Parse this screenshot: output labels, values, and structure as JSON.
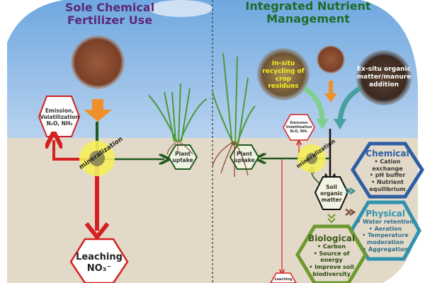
{
  "left": {
    "title": "Sole Chemical Fertilizer Use",
    "emission": [
      "Emission,",
      "Volatilization",
      "N₂O, NH₃"
    ],
    "mineralization": "mineralization",
    "plant_uptake": [
      "Plant",
      "uptake"
    ],
    "leaching": [
      "Leaching",
      "NO₃⁻"
    ]
  },
  "right": {
    "title": "Integrated Nutrient Management",
    "in_situ": [
      "In-situ",
      "recycling of",
      "crop residues"
    ],
    "ex_situ": [
      "Ex-situ organic",
      "matter/manure",
      "addition"
    ],
    "emission": [
      "Emission",
      "Volatilization",
      "N₂O, NH₃"
    ],
    "mineralization": "mineralization",
    "plant_uptake": [
      "Plant",
      "uptake"
    ],
    "soil_organic_matter": [
      "Soil",
      "organic",
      "matter"
    ],
    "leaching": "Leaching",
    "chemical": {
      "title": "Chemical",
      "items": [
        "• Cation exchange",
        "• pH buffer",
        "• Nutrient",
        "equilibrium"
      ]
    },
    "physical": {
      "title": "Physical",
      "items": [
        "• Water retention",
        "• Aeration",
        "• Temperature",
        "moderation",
        "• Aggregation"
      ]
    },
    "biological": {
      "title": "Biological",
      "items": [
        "• Carbon",
        "• Source of",
        "energy",
        "• Improve soil",
        "biodiversity"
      ]
    }
  },
  "colors": {
    "red": "#d42020",
    "green": "#1e5a1e",
    "chemical": "#2e5fa3",
    "physical": "#2f93b0",
    "biological": "#6f9a2f",
    "title_left": "#5a2a78",
    "title_right": "#1f6b2b"
  }
}
